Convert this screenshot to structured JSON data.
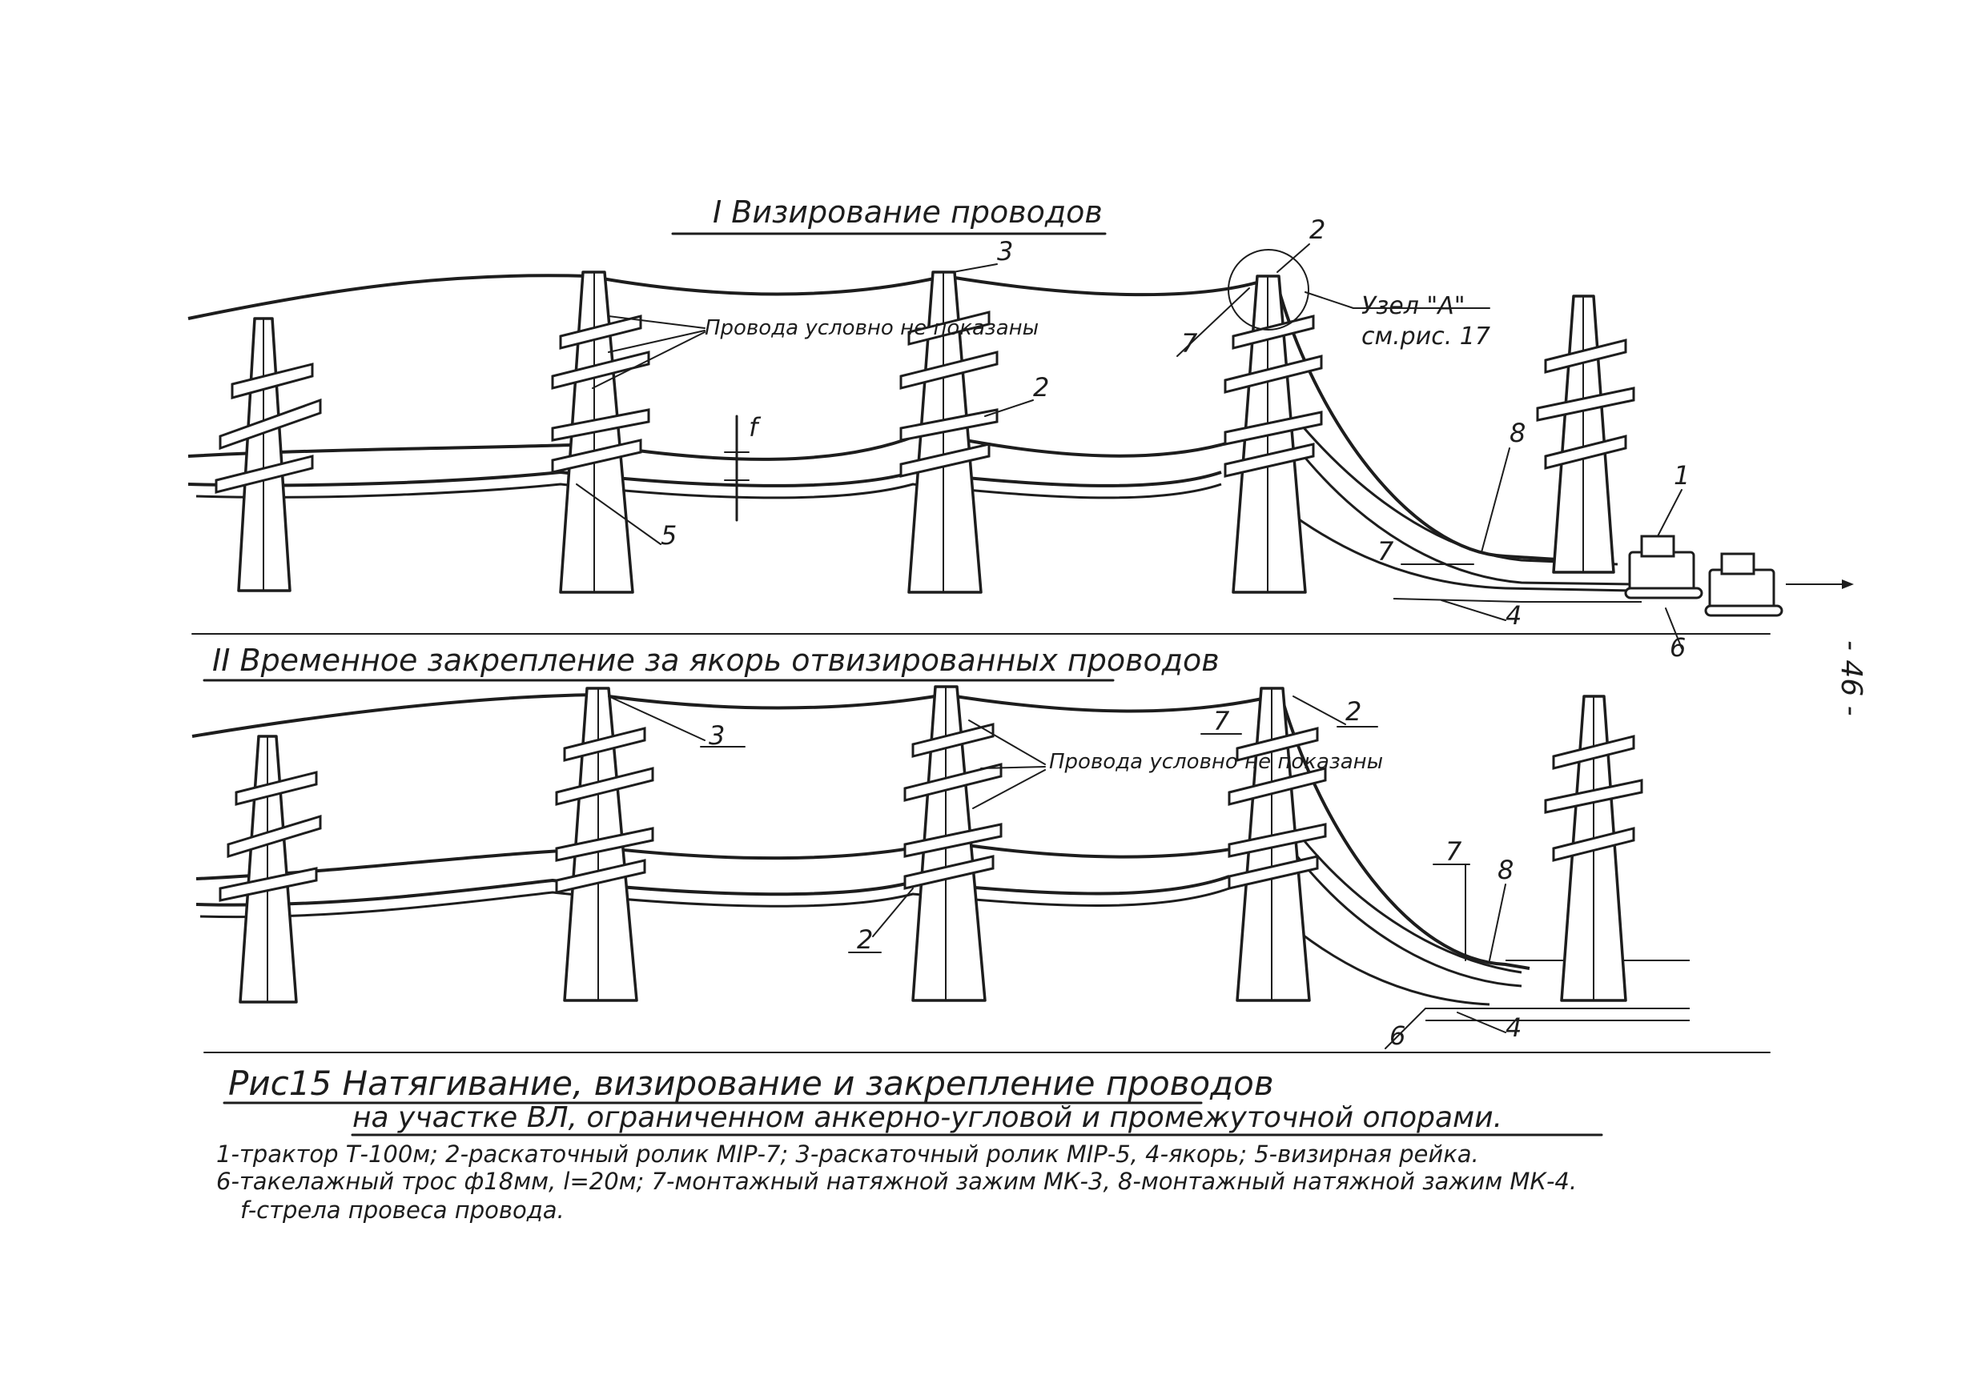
{
  "section1": {
    "title": "I Визирование проводов",
    "note": "Провода условно не показаны",
    "node_ref_line1": "Узел \"А\"",
    "node_ref_line2": "см.рис. 17"
  },
  "section2": {
    "title": "II Временное закрепление за якорь отвизированных проводов",
    "note": "Провода условно не показаны"
  },
  "markers": {
    "one": "1",
    "two": "2",
    "three": "3",
    "four": "4",
    "five": "5",
    "six": "6",
    "seven": "7",
    "eight": "8",
    "f": "f"
  },
  "caption": {
    "title": "Рис15 Натягивание, визирование и закрепление проводов",
    "subtitle": "на участке ВЛ, ограниченном анкерно-угловой и промежуточной опорами.",
    "legend_line1": "1-трактор Т-100м; 2-раскаточный ролик МIР-7; 3-раскаточный ролик МIР-5, 4-якорь; 5-визирная рейка.",
    "legend_line2": "6-такелажный трос ф18мм, l=20м; 7-монтажный натяжной зажим МК-3, 8-монтажный натяжной зажим МК-4.",
    "legend_line3": "f-стрела провеса провода."
  },
  "page_number": "- 46 -",
  "colors": {
    "ink": "#1d1d1d",
    "paper": "#ffffff"
  }
}
